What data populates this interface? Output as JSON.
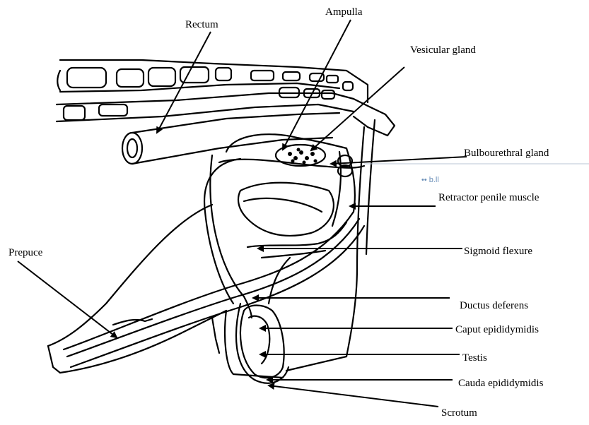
{
  "labels": {
    "ampulla": "Ampulla",
    "rectum": "Rectum",
    "vesicular_gland": "Vesicular gland",
    "bulbourethral_gland": "Bulbourethral gland",
    "retractor_penile_muscle": "Retractor penile muscle",
    "prepuce": "Prepuce",
    "sigmoid_flexure": "Sigmoid flexure",
    "ductus_deferens": "Ductus deferens",
    "caput_epididymidis": "Caput epididymidis",
    "testis": "Testis",
    "cauda_epididymidis": "Cauda epididymidis",
    "scrotum": "Scrotum"
  },
  "faint_text": "•• b.ll",
  "colors": {
    "ink": "#000000",
    "faint": "#6a8fb8"
  }
}
